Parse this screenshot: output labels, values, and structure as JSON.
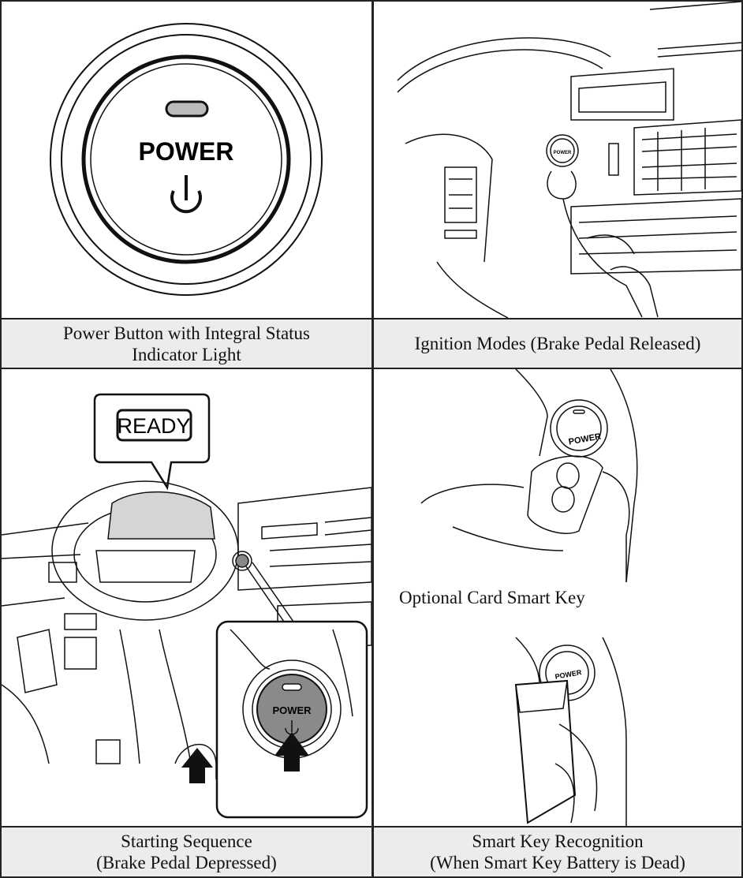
{
  "figure": {
    "power_button_text": "POWER",
    "ready_text": "READY",
    "small_power_text": "POWER"
  },
  "captions": {
    "top_left": [
      "Power Button with Integral Status",
      "Indicator Light"
    ],
    "top_right": "Ignition Modes (Brake Pedal Released)",
    "bottom_left": [
      "Starting Sequence",
      "(Brake Pedal Depressed)"
    ],
    "bottom_right": [
      "Smart Key Recognition",
      "(When Smart Key Battery is Dead)"
    ],
    "optional_card": "Optional Card Smart Key"
  },
  "colors": {
    "caption_bg": "#ececec",
    "border": "#222222",
    "button_gray": "#8a8a8a"
  }
}
